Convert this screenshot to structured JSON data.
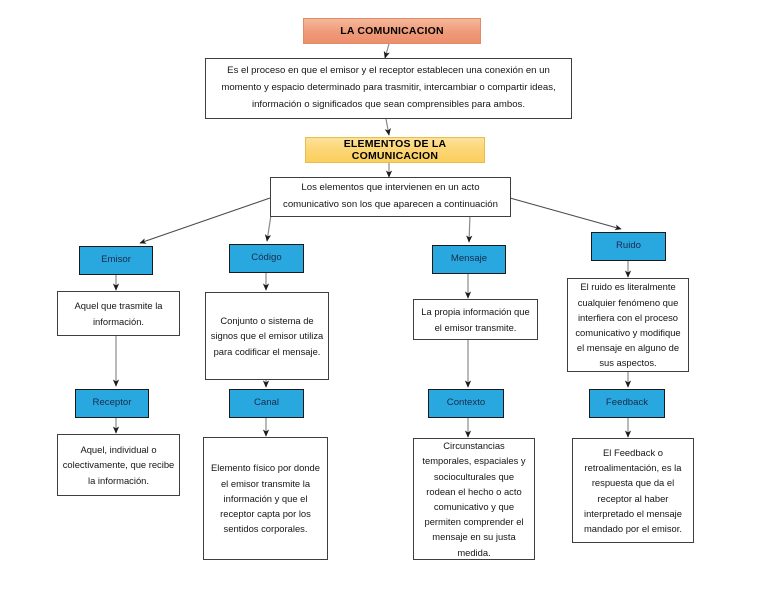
{
  "diagram": {
    "title": "LA COMUNICACION",
    "subtitle": "ELEMENTOS DE LA COMUNICACION",
    "definition": "Es el proceso en que el emisor y el receptor establecen una conexión en un momento y espacio determinado para trasmitir, intercambiar o compartir ideas, información o significados que sean comprensibles para ambos.",
    "elements_intro": "Los elementos que  intervienen en un acto comunicativo son los que aparecen a continuación",
    "nodes": {
      "emisor": "Emisor",
      "emisor_desc": "Aquel que trasmite la información.",
      "receptor": "Receptor",
      "receptor_desc": "Aquel, individual o colectivamente, que recibe la información.",
      "codigo": "Código",
      "codigo_desc": "Conjunto o sistema de signos que el emisor utiliza para codificar el mensaje.",
      "canal": "Canal",
      "canal_desc": "Elemento físico por donde el emisor transmite la información y que el receptor capta por los sentidos corporales.",
      "mensaje": "Mensaje",
      "mensaje_desc": "La propia información que el emisor transmite.",
      "contexto": "Contexto",
      "contexto_desc": "Circunstancias temporales, espaciales y socioculturales que rodean el hecho o acto comunicativo y que permiten comprender el mensaje en su justa medida.",
      "ruido": "Ruido",
      "ruido_desc": "El ruido es literalmente cualquier fenómeno que interfiera con el proceso comunicativo y modifique el mensaje en alguno de sus aspectos.",
      "feedback": "Feedback",
      "feedback_desc": "El Feedback o retroalimentación, es la respuesta que da el receptor al haber interpretado el mensaje mandado por el emisor."
    },
    "colors": {
      "title_banner": "#ef9a79",
      "sub_banner": "#fcd571",
      "element_node": "#29a8e0",
      "box_border": "#3f3f3f",
      "connector": "#8a8a8a",
      "background": "#ffffff"
    }
  }
}
